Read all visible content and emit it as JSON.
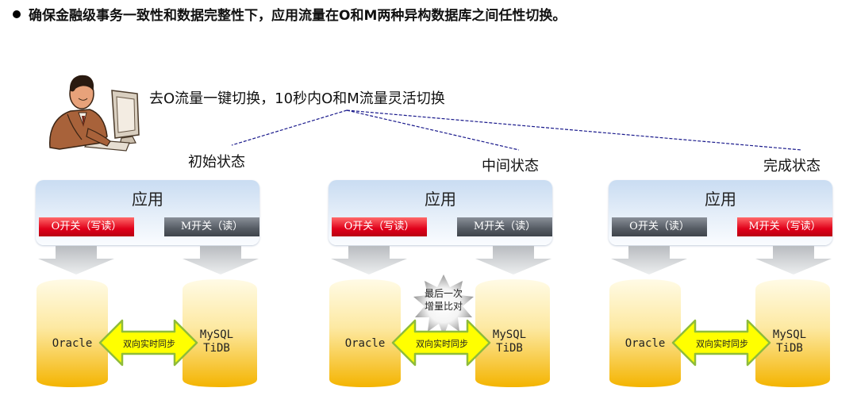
{
  "header": {
    "bullet_text": "确保金融级事务一致性和数据完整性下，应用流量在O和M两种异构数据库之间任性切换。"
  },
  "operator": {
    "switch_text": "去O流量一键切换，10秒内O和M流量灵活切换",
    "icon": "operator-at-computer-icon"
  },
  "states": [
    {
      "title": "初始状态",
      "app_label": "应用",
      "left_switch": {
        "label": "O开关（写读）",
        "color": "#e0001a"
      },
      "right_switch": {
        "label": "M开关（读）",
        "color": "#555b63"
      },
      "left_db": "Oracle",
      "right_db": "MySQL\nTiDB",
      "sync_label": "双向实时同步"
    },
    {
      "title": "中间状态",
      "app_label": "应用",
      "left_switch": {
        "label": "O开关（写读）",
        "color": "#e0001a"
      },
      "right_switch": {
        "label": "M开关（读）",
        "color": "#555b63"
      },
      "left_db": "Oracle",
      "right_db": "MySQL\nTiDB",
      "sync_label": "双向实时同步",
      "burst_label": "最后一次\n增量比对"
    },
    {
      "title": "完成状态",
      "app_label": "应用",
      "left_switch": {
        "label": "O开关（读）",
        "color": "#555b63"
      },
      "right_switch": {
        "label": "M开关（写读）",
        "color": "#e0001a"
      },
      "left_db": "Oracle",
      "right_db": "MySQL\nTiDB",
      "sync_label": "双向实时同步"
    }
  ],
  "colors": {
    "switch_active": "#e0001a",
    "switch_inactive": "#555b63",
    "sync_arrow_fill": "#ffff00",
    "sync_arrow_stroke": "#8fbc3a",
    "dashed_line": "#1a1a8c",
    "cylinder_top": "#fffbe0",
    "cylinder_bottom": "#f4b400"
  }
}
